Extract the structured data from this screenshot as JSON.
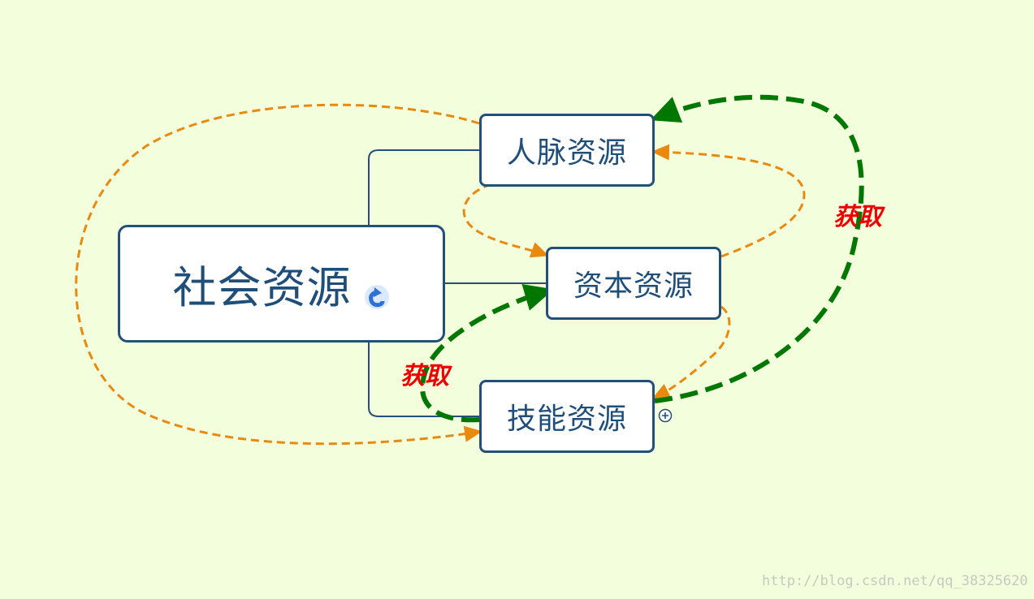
{
  "nodes": {
    "root": "社会资源",
    "renmai": "人脉资源",
    "ziben": "资本资源",
    "jineng": "技能资源"
  },
  "labels": {
    "right": "获取",
    "left": "获取"
  },
  "watermark": "http://blog.csdn.net/qq_38325620",
  "colors": {
    "background": "#f2fedc",
    "node_border": "#235078",
    "node_text": "#1f4e79",
    "orange_arrow": "#e98a10",
    "green_arrow": "#007700",
    "label_text": "#ee0000"
  },
  "icons": {
    "root_icon": "blue-curved-arrow-icon",
    "expand_icon": "plus-circle-icon"
  }
}
